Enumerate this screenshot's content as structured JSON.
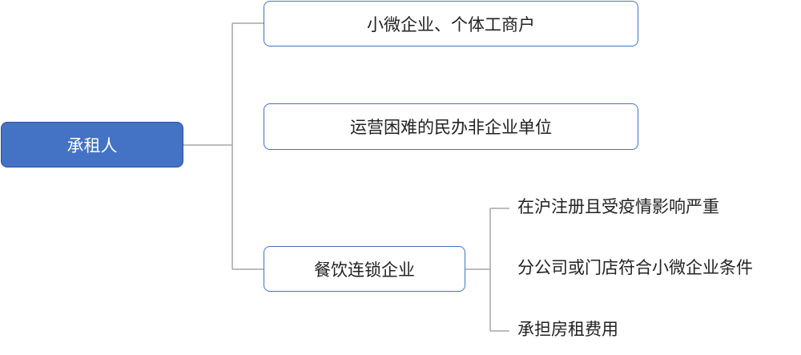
{
  "diagram": {
    "root": {
      "label": "承租人"
    },
    "children": [
      {
        "label": "小微企业、个体工商户"
      },
      {
        "label": "运营困难的民办非企业单位"
      },
      {
        "label": "餐饮连锁企业",
        "leaves": [
          {
            "label": "在沪注册且受疫情影响严重"
          },
          {
            "label": "分公司或门店符合小微企业条件"
          },
          {
            "label": "承担房租费用"
          }
        ]
      }
    ],
    "colors": {
      "root_fill": "#4472c4",
      "node_border": "#4472c4",
      "connector": "#a6a6a6",
      "text": "#222222"
    }
  }
}
